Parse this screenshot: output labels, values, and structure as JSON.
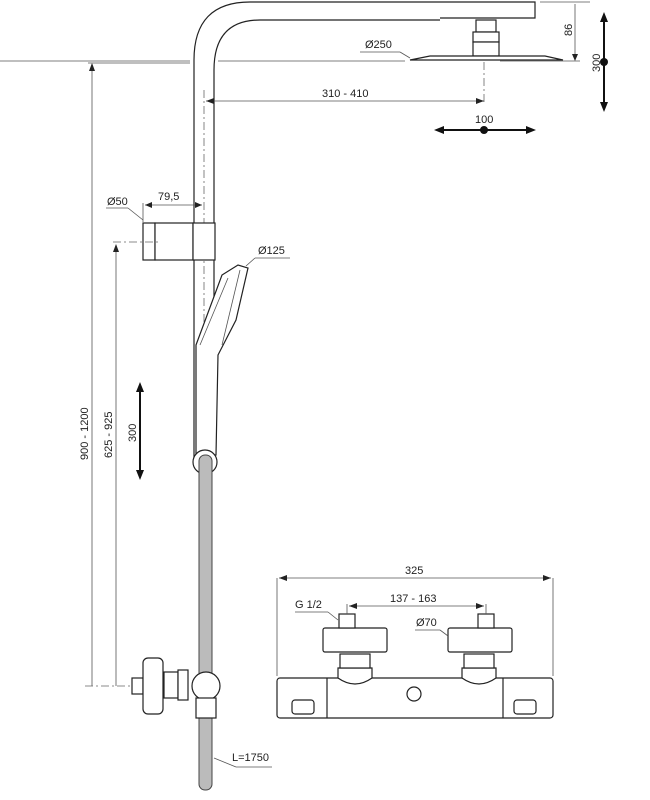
{
  "drawing": {
    "title": "Shower system technical drawing",
    "units": "mm",
    "colors": {
      "line": "#222222",
      "hose": "#bbbbbb",
      "background": "#ffffff"
    }
  },
  "dimensions": {
    "overhead_shower_diameter": "Ø250",
    "overhead_height": "86",
    "overhead_adjust_vertical": "300",
    "arm_reach": "310 - 410",
    "arm_adjust_horizontal": "100",
    "wall_bracket_diameter": "Ø50",
    "wall_bracket_offset": "79,5",
    "hand_shower_diameter": "Ø125",
    "total_height": "900 - 1200",
    "bracket_height": "625 - 925",
    "slider_range": "300",
    "mixer_width": "325",
    "connection_thread": "G 1/2",
    "connection_spacing": "137 - 163",
    "escutcheon_diameter": "Ø70",
    "hose_length": "L=1750"
  }
}
